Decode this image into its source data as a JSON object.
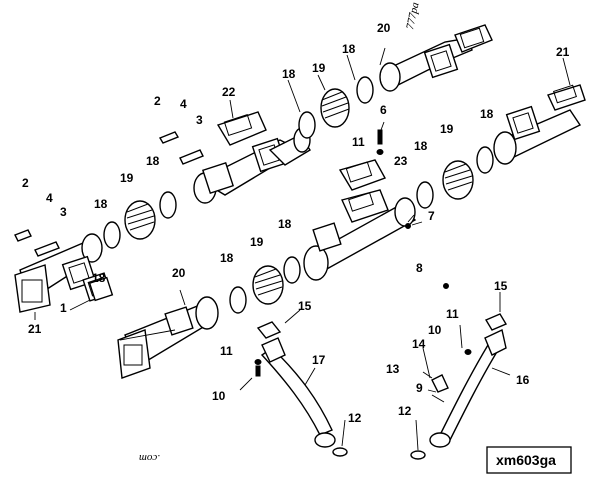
{
  "reference_code": "xm603ga",
  "watermark_top": "777pa",
  "watermark_bottom": ".com",
  "callouts": {
    "c1": "1",
    "c2a": "2",
    "c2b": "2",
    "c3a": "3",
    "c3b": "3",
    "c4a": "4",
    "c4b": "4",
    "c6": "6",
    "c7": "7",
    "c8": "8",
    "c9": "9",
    "c10a": "10",
    "c10b": "10",
    "c11a": "11",
    "c11b": "11",
    "c11c": "11",
    "c12a": "12",
    "c12b": "12",
    "c13": "13",
    "c14": "14",
    "c15a": "15",
    "c15b": "15",
    "c16": "16",
    "c17": "17",
    "c18a": "18",
    "c18b": "18",
    "c18c": "18",
    "c18d": "18",
    "c18e": "18",
    "c18f": "18",
    "c18g": "18",
    "c18h": "18",
    "c18i": "18",
    "c19a": "19",
    "c19b": "19",
    "c19c": "19",
    "c19d": "19",
    "c20a": "20",
    "c20b": "20",
    "c21a": "21",
    "c21b": "21",
    "c22": "22",
    "c23": "23"
  }
}
